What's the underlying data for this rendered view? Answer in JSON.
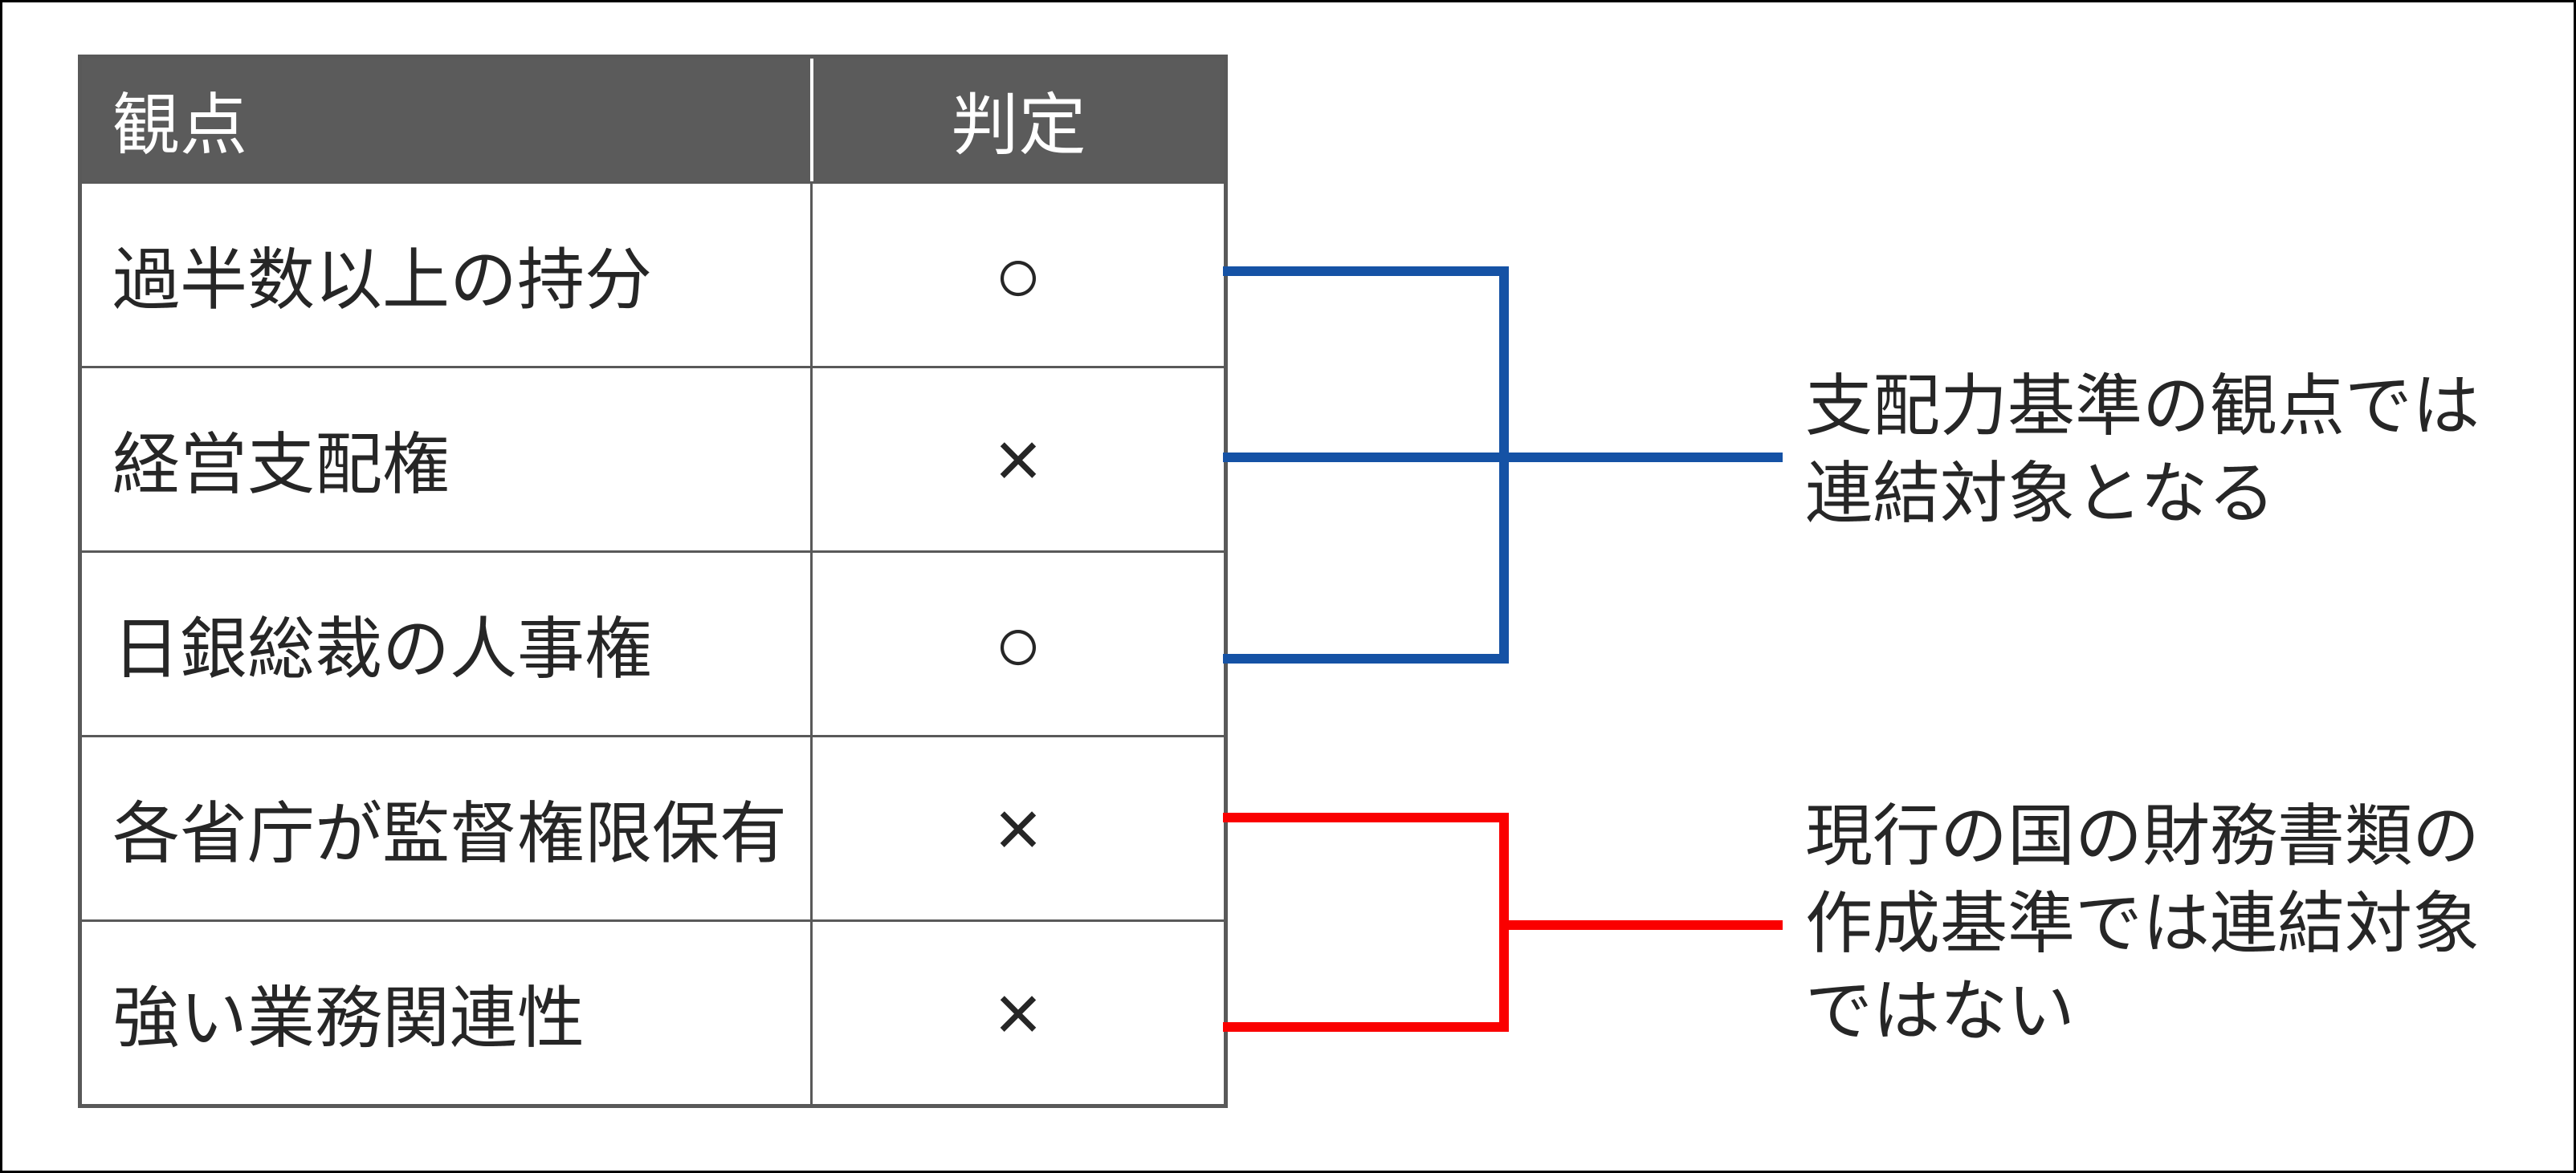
{
  "colors": {
    "frame": "#000000",
    "table-border": "#595959",
    "header-bg": "#5B5B5B",
    "header-text": "#FFFFFF",
    "text": "#262626",
    "blue": "#1552A5",
    "red": "#FA0000"
  },
  "table": {
    "columns": [
      "観点",
      "判定"
    ],
    "rows": [
      {
        "label": "過半数以上の持分",
        "mark": "○"
      },
      {
        "label": "経営支配権",
        "mark": "×"
      },
      {
        "label": "日銀総裁の人事権",
        "mark": "○"
      },
      {
        "label": "各省庁が監督権限保有",
        "mark": "×"
      },
      {
        "label": "強い業務関連性",
        "mark": "×"
      }
    ]
  },
  "annotations": {
    "blue": "支配力基準の観点では\n連結対象となる",
    "red": "現行の国の財務書類の\n作成基準では連結対象\nではない"
  }
}
